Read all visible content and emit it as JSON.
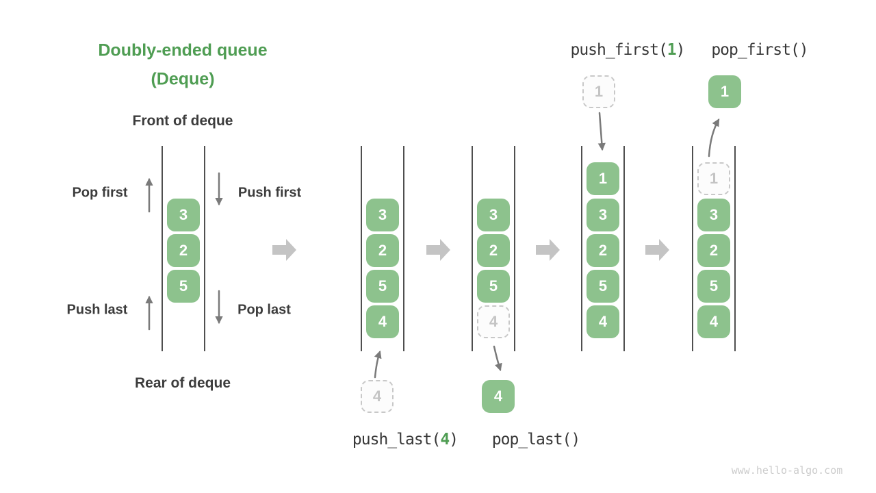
{
  "colors": {
    "accent": "#4f9d53",
    "cell_green": "#8dc28d",
    "cell_text": "#ffffff",
    "dash_border": "#c8c8c8",
    "dash_text": "#c4c4c4",
    "dash_bg": "#fcfcfc",
    "line": "#4f4f4f",
    "small_arrow": "#7a7a7a",
    "big_arrow": "#c4c4c4",
    "label_dark": "#3c3c3c",
    "code_text": "#383838",
    "watermark": "#cccccc"
  },
  "title": {
    "line1": "Doubly-ended queue",
    "line2": "(Deque)"
  },
  "demo": {
    "front_label": "Front of deque",
    "rear_label": "Rear of deque",
    "pop_first": "Pop first",
    "push_first": "Push first",
    "push_last": "Push last",
    "pop_last": "Pop last"
  },
  "queues": [
    {
      "id": "demo-deque",
      "cells": [
        {
          "v": "3",
          "s": "solid"
        },
        {
          "v": "2",
          "s": "solid"
        },
        {
          "v": "5",
          "s": "solid"
        }
      ]
    },
    {
      "id": "state-after-push-last",
      "cells": [
        {
          "v": "3",
          "s": "solid"
        },
        {
          "v": "2",
          "s": "solid"
        },
        {
          "v": "5",
          "s": "solid"
        },
        {
          "v": "4",
          "s": "solid"
        }
      ]
    },
    {
      "id": "state-after-pop-last",
      "cells": [
        {
          "v": "3",
          "s": "solid"
        },
        {
          "v": "2",
          "s": "solid"
        },
        {
          "v": "5",
          "s": "solid"
        },
        {
          "v": "4",
          "s": "dashed"
        }
      ]
    },
    {
      "id": "state-after-push-first",
      "cells": [
        {
          "v": "1",
          "s": "solid"
        },
        {
          "v": "3",
          "s": "solid"
        },
        {
          "v": "2",
          "s": "solid"
        },
        {
          "v": "5",
          "s": "solid"
        },
        {
          "v": "4",
          "s": "solid"
        }
      ]
    },
    {
      "id": "state-after-pop-first",
      "cells": [
        {
          "v": "1",
          "s": "dashed"
        },
        {
          "v": "3",
          "s": "solid"
        },
        {
          "v": "2",
          "s": "solid"
        },
        {
          "v": "5",
          "s": "solid"
        },
        {
          "v": "4",
          "s": "solid"
        }
      ]
    }
  ],
  "floating_cells": {
    "push_last_input": "4",
    "pop_last_output": "4",
    "push_first_input": "1",
    "pop_first_output": "1"
  },
  "op_labels": {
    "push_first_pre": "push_first(",
    "push_first_arg": "1",
    "push_first_post": ")",
    "pop_first": "pop_first()",
    "push_last_pre": "push_last(",
    "push_last_arg": "4",
    "push_last_post": ")",
    "pop_last": "pop_last()"
  },
  "watermark": "www.hello-algo.com"
}
